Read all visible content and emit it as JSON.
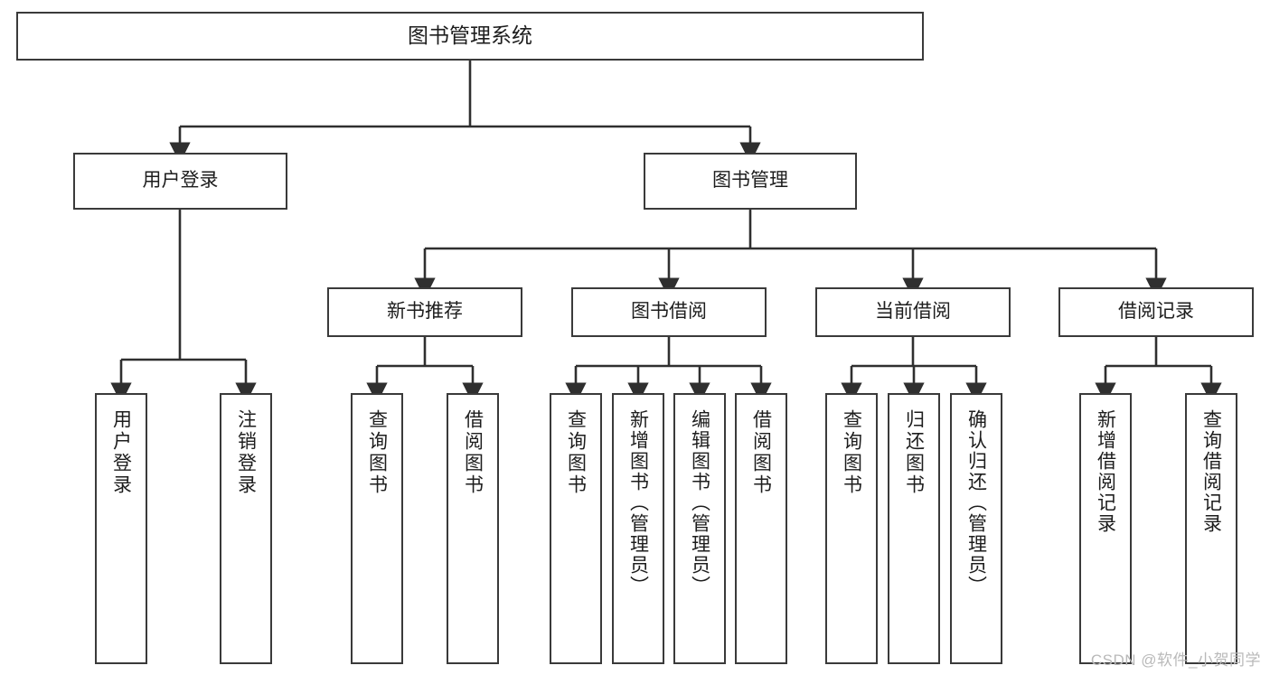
{
  "diagram": {
    "type": "hierarchy-tree",
    "title": "图书管理系统",
    "watermark": "CSDN @软件_小贺同学",
    "colors": {
      "box_border": "#3a3a3a",
      "box_fill": "#ffffff",
      "connector": "#2f2f2f",
      "text": "#1d1d1d",
      "watermark": "#b9b9b9"
    },
    "nodes": {
      "root": {
        "label": "图书管理系统"
      },
      "level2": [
        {
          "label": "用户登录"
        },
        {
          "label": "图书管理"
        }
      ],
      "level3": [
        {
          "label": "新书推荐"
        },
        {
          "label": "图书借阅"
        },
        {
          "label": "当前借阅"
        },
        {
          "label": "借阅记录"
        }
      ],
      "leaves": {
        "user_login": [
          {
            "label": "用户登录"
          },
          {
            "label": "注销登录"
          }
        ],
        "new_books": [
          {
            "label": "查询图书"
          },
          {
            "label": "借阅图书"
          }
        ],
        "borrow_books": [
          {
            "label": "查询图书"
          },
          {
            "label": "新增图书（管理员）"
          },
          {
            "label": "编辑图书（管理员）"
          },
          {
            "label": "借阅图书"
          }
        ],
        "current_borrow": [
          {
            "label": "查询图书"
          },
          {
            "label": "归还图书"
          },
          {
            "label": "确认归还（管理员）"
          }
        ],
        "borrow_records": [
          {
            "label": "新增借阅记录"
          },
          {
            "label": "查询借阅记录"
          }
        ]
      }
    }
  }
}
